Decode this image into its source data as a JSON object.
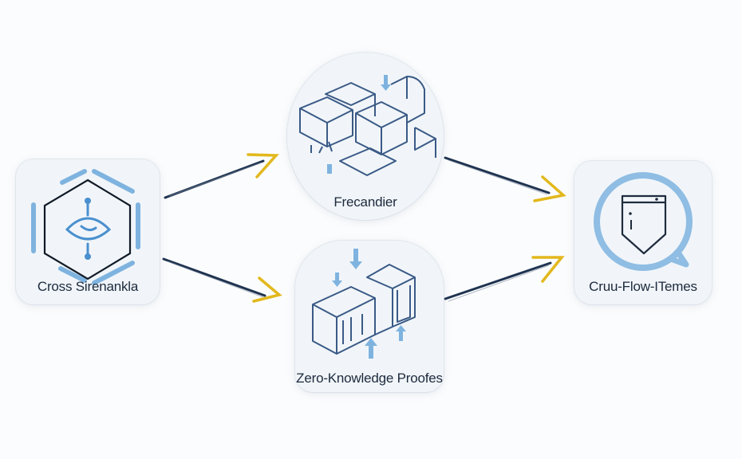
{
  "diagram": {
    "nodes": [
      {
        "id": "cross",
        "label": "Cross Sirenankla",
        "icon": "hexagon-eye-icon",
        "shape": "rounded-square"
      },
      {
        "id": "freq",
        "label": "Frecandier",
        "icon": "isometric-blocks-icon",
        "shape": "circle"
      },
      {
        "id": "zkp",
        "label": "Zero-Knowledge Proofes",
        "icon": "isometric-boxes-icon",
        "shape": "rounded-square"
      },
      {
        "id": "cruu",
        "label": "Cruu-Flow-ITemes",
        "icon": "shield-search-icon",
        "shape": "rounded-square"
      }
    ],
    "edges": [
      {
        "from": "cross",
        "to": "freq"
      },
      {
        "from": "cross",
        "to": "zkp"
      },
      {
        "from": "freq",
        "to": "cruu"
      },
      {
        "from": "zkp",
        "to": "cruu"
      }
    ],
    "colors": {
      "background": "#fbfcfd",
      "card": "#f1f5f9",
      "accent_blue": "#7fb3df",
      "line_navy": "#1f3350",
      "arrowhead_yellow": "#e2b81c",
      "text": "#1c2a3d"
    }
  }
}
